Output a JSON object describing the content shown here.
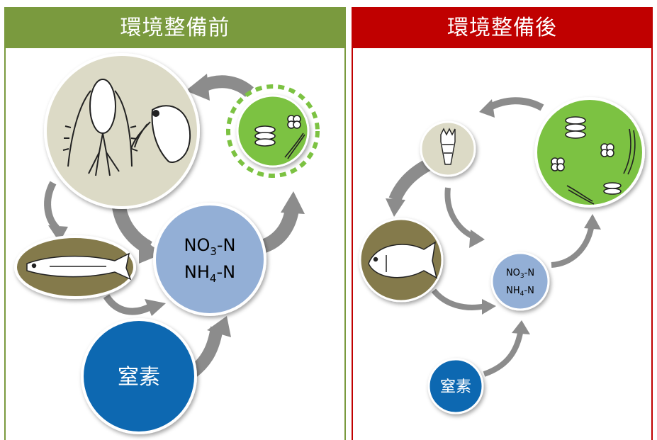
{
  "panels": {
    "before": {
      "title": "環境整備前",
      "nutrient_line1_main": "NO",
      "nutrient_line1_sub": "3",
      "nutrient_line1_tail": "-N",
      "nutrient_line2_main": "NH",
      "nutrient_line2_sub": "4",
      "nutrient_line2_tail": "-N",
      "nitrogen_label": "窒素"
    },
    "after": {
      "title": "環境整備後",
      "nutrient_line1_main": "NO",
      "nutrient_line1_sub": "3",
      "nutrient_line1_tail": "-N",
      "nutrient_line2_main": "NH",
      "nutrient_line2_sub": "4",
      "nutrient_line2_tail": "-N",
      "nitrogen_label": "窒素"
    }
  },
  "colors": {
    "before_header": "#7a9a3e",
    "after_header": "#c00000",
    "zooplankton_circle": "#dcdac6",
    "phytoplankton_circle": "#7cc242",
    "fish_circle": "#847a4c",
    "nutrient_circle": "#93afd6",
    "nitrogen_circle": "#0e68b1",
    "arrow": "#8c8c8c"
  },
  "icons": [
    "zooplankton-icon",
    "phytoplankton-icon",
    "smelt-fish-icon",
    "bluegill-fish-icon",
    "rotifer-icon"
  ]
}
